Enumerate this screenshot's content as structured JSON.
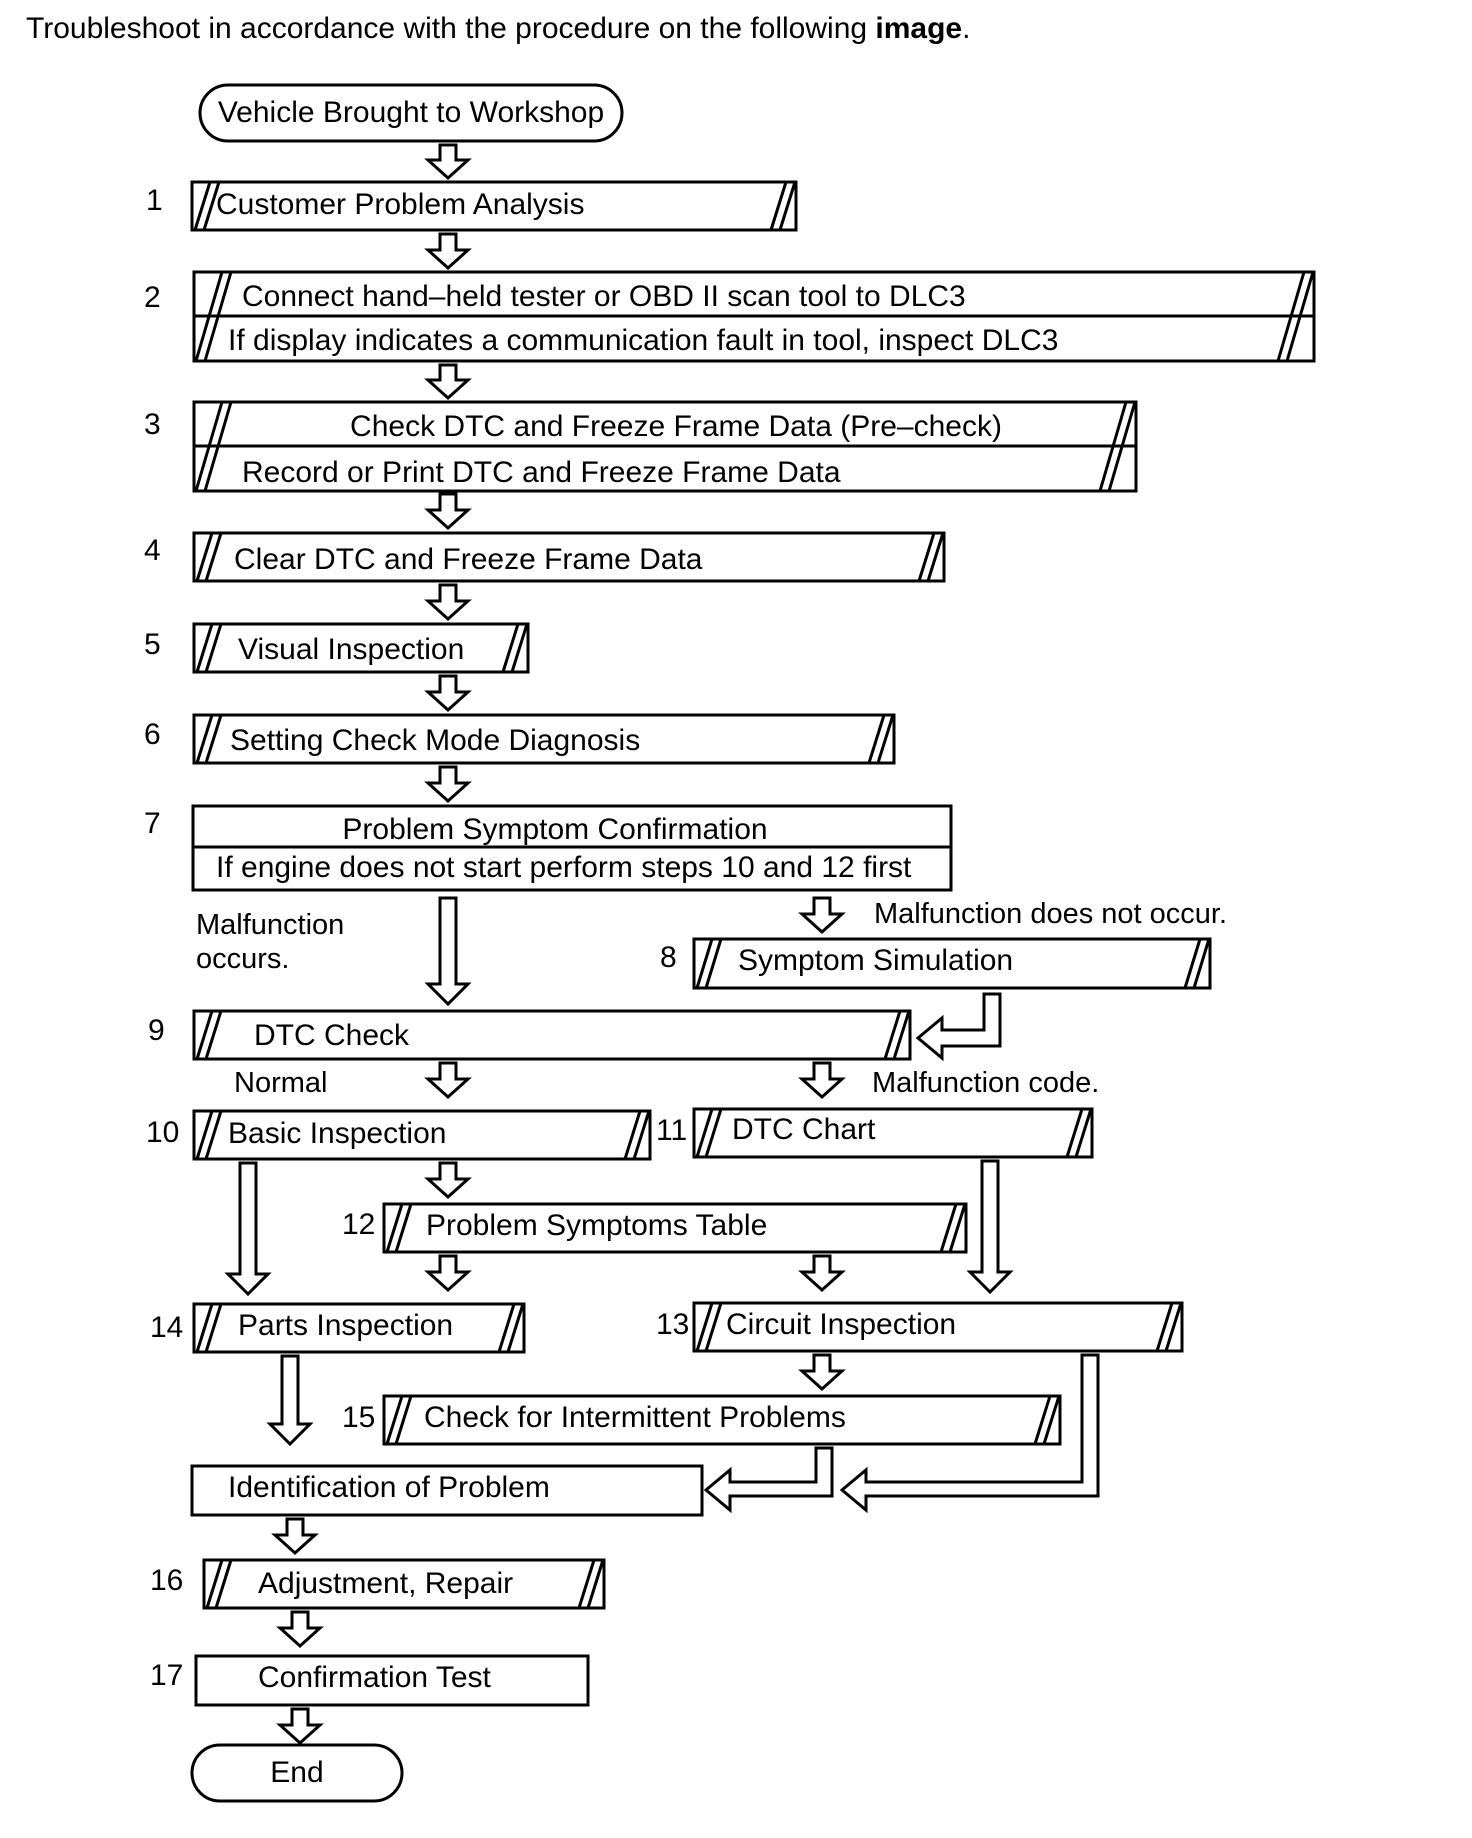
{
  "intro": {
    "text_before": "Troubleshoot in accordance with the procedure on the following ",
    "text_bold": "image",
    "text_after": "."
  },
  "start": "Vehicle Brought to Workshop",
  "steps": {
    "s1": {
      "num": "1",
      "label": "Customer Problem Analysis"
    },
    "s2": {
      "num": "2",
      "line1": "Connect hand–held tester or OBD II scan tool to DLC3",
      "line2": "If display indicates a communication fault in tool, inspect DLC3"
    },
    "s3": {
      "num": "3",
      "line1": "Check DTC and Freeze Frame Data (Pre–check)",
      "line2": "Record or Print DTC and Freeze Frame Data"
    },
    "s4": {
      "num": "4",
      "label": "Clear DTC and Freeze Frame Data"
    },
    "s5": {
      "num": "5",
      "label": "Visual Inspection"
    },
    "s6": {
      "num": "6",
      "label": "Setting Check Mode Diagnosis"
    },
    "s7": {
      "num": "7",
      "line1": "Problem Symptom Confirmation",
      "line2": "If engine does not start perform steps 10 and 12 first"
    },
    "s8": {
      "num": "8",
      "label": "Symptom Simulation"
    },
    "s9": {
      "num": "9",
      "label": "DTC Check"
    },
    "s10": {
      "num": "10",
      "label": "Basic Inspection"
    },
    "s11": {
      "num": "11",
      "label": "DTC Chart"
    },
    "s12": {
      "num": "12",
      "label": "Problem Symptoms Table"
    },
    "s13": {
      "num": "13",
      "label": "Circuit  Inspection"
    },
    "s14": {
      "num": "14",
      "label": "Parts Inspection"
    },
    "s15": {
      "num": "15",
      "label": "Check for Intermittent Problems"
    },
    "s16": {
      "num": "16",
      "label": "Adjustment, Repair"
    },
    "s17": {
      "num": "17",
      "label": "Confirmation Test"
    }
  },
  "identification": "Identification of Problem",
  "end": "End",
  "labels": {
    "malfunction_occurs_1": "Malfunction",
    "malfunction_occurs_2": "occurs.",
    "malfunction_not_occur": "Malfunction does not occur.",
    "normal": "Normal",
    "malfunction_code": "Malfunction code."
  }
}
